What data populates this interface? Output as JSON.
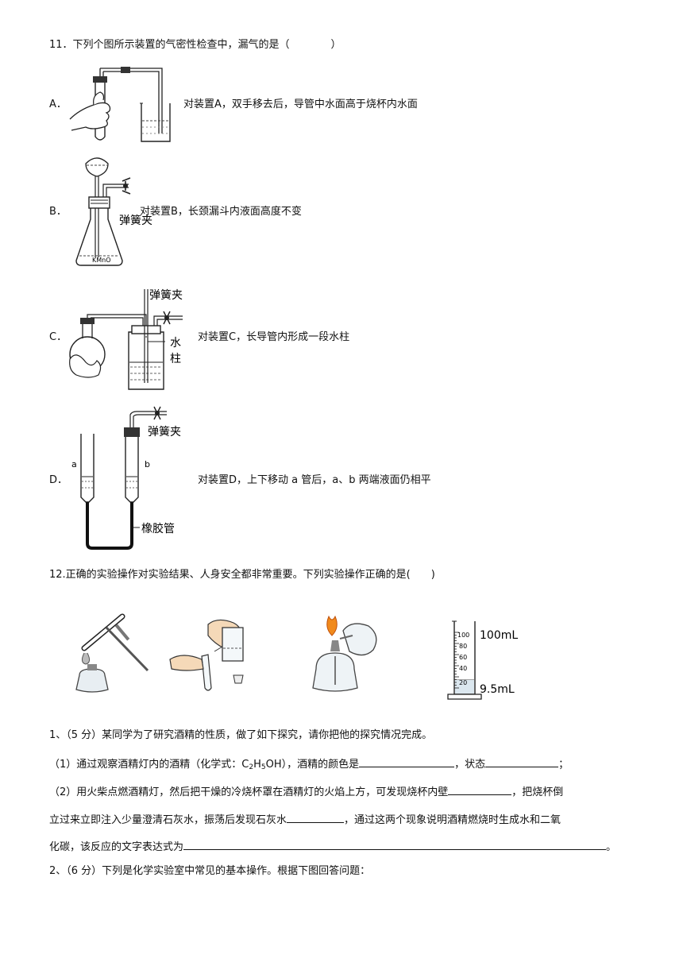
{
  "q11": {
    "stem": "11．下列个图所示装置的气密性检查中，漏气的是（　　　　）",
    "options": [
      {
        "letter": "A．",
        "text": "对装置A，双手移去后，导管中水面高于烧杯内水面"
      },
      {
        "letter": "B．",
        "text": "对装置B，长颈漏斗内液面高度不变",
        "label_clip": "弹簧夹",
        "label_kmno": "KMnO"
      },
      {
        "letter": "C．",
        "text": "对装置C，长导管内形成一段水柱",
        "label_clip": "弹簧夹",
        "label_col1": "水",
        "label_col2": "柱"
      },
      {
        "letter": "D．",
        "text": "对装置D，上下移动 a 管后，a、b 两端液面仍相平",
        "label_clip": "弹簧夹",
        "label_a": "a",
        "label_b": "b",
        "label_tube": "橡胶管"
      }
    ]
  },
  "q12": {
    "stem": "12.正确的实验操作对实验结果、人身安全都非常重要。下列实验操作正确的是(　　)",
    "cylinder_top": "100mL",
    "cylinder_reading": "9.5mL",
    "ticks": [
      "100",
      "80",
      "60",
      "40",
      "20"
    ]
  },
  "p1": {
    "head": "1、（5 分）某同学为了研究酒精的性质，做了如下探究，请你把他的探究情况完成。",
    "s1a": "（1）通过观察酒精灯内的酒精（化学式：C",
    "s1_sub1": "2",
    "s1b": "H",
    "s1_sub2": "5",
    "s1c": "OH），酒精的颜色是",
    "s1d": "，状态",
    "s1e": "；",
    "s2a": "（2）用火柴点燃酒精灯，然后把干燥的冷烧杯罩在酒精灯的火焰上方，可发现烧杯内壁",
    "s2b": "，把烧杯倒",
    "s3a": "立过来立即注入少量澄清石灰水，振荡后发现石灰水",
    "s3b": "，通过这两个现象说明酒精燃烧时生成水和二氧",
    "s4a": "化碳，该反应的文字表达式为",
    "s4b": "。"
  },
  "p2": {
    "head": "2、（6 分）下列是化学实验室中常见的基本操作。根据下图回答问题："
  }
}
